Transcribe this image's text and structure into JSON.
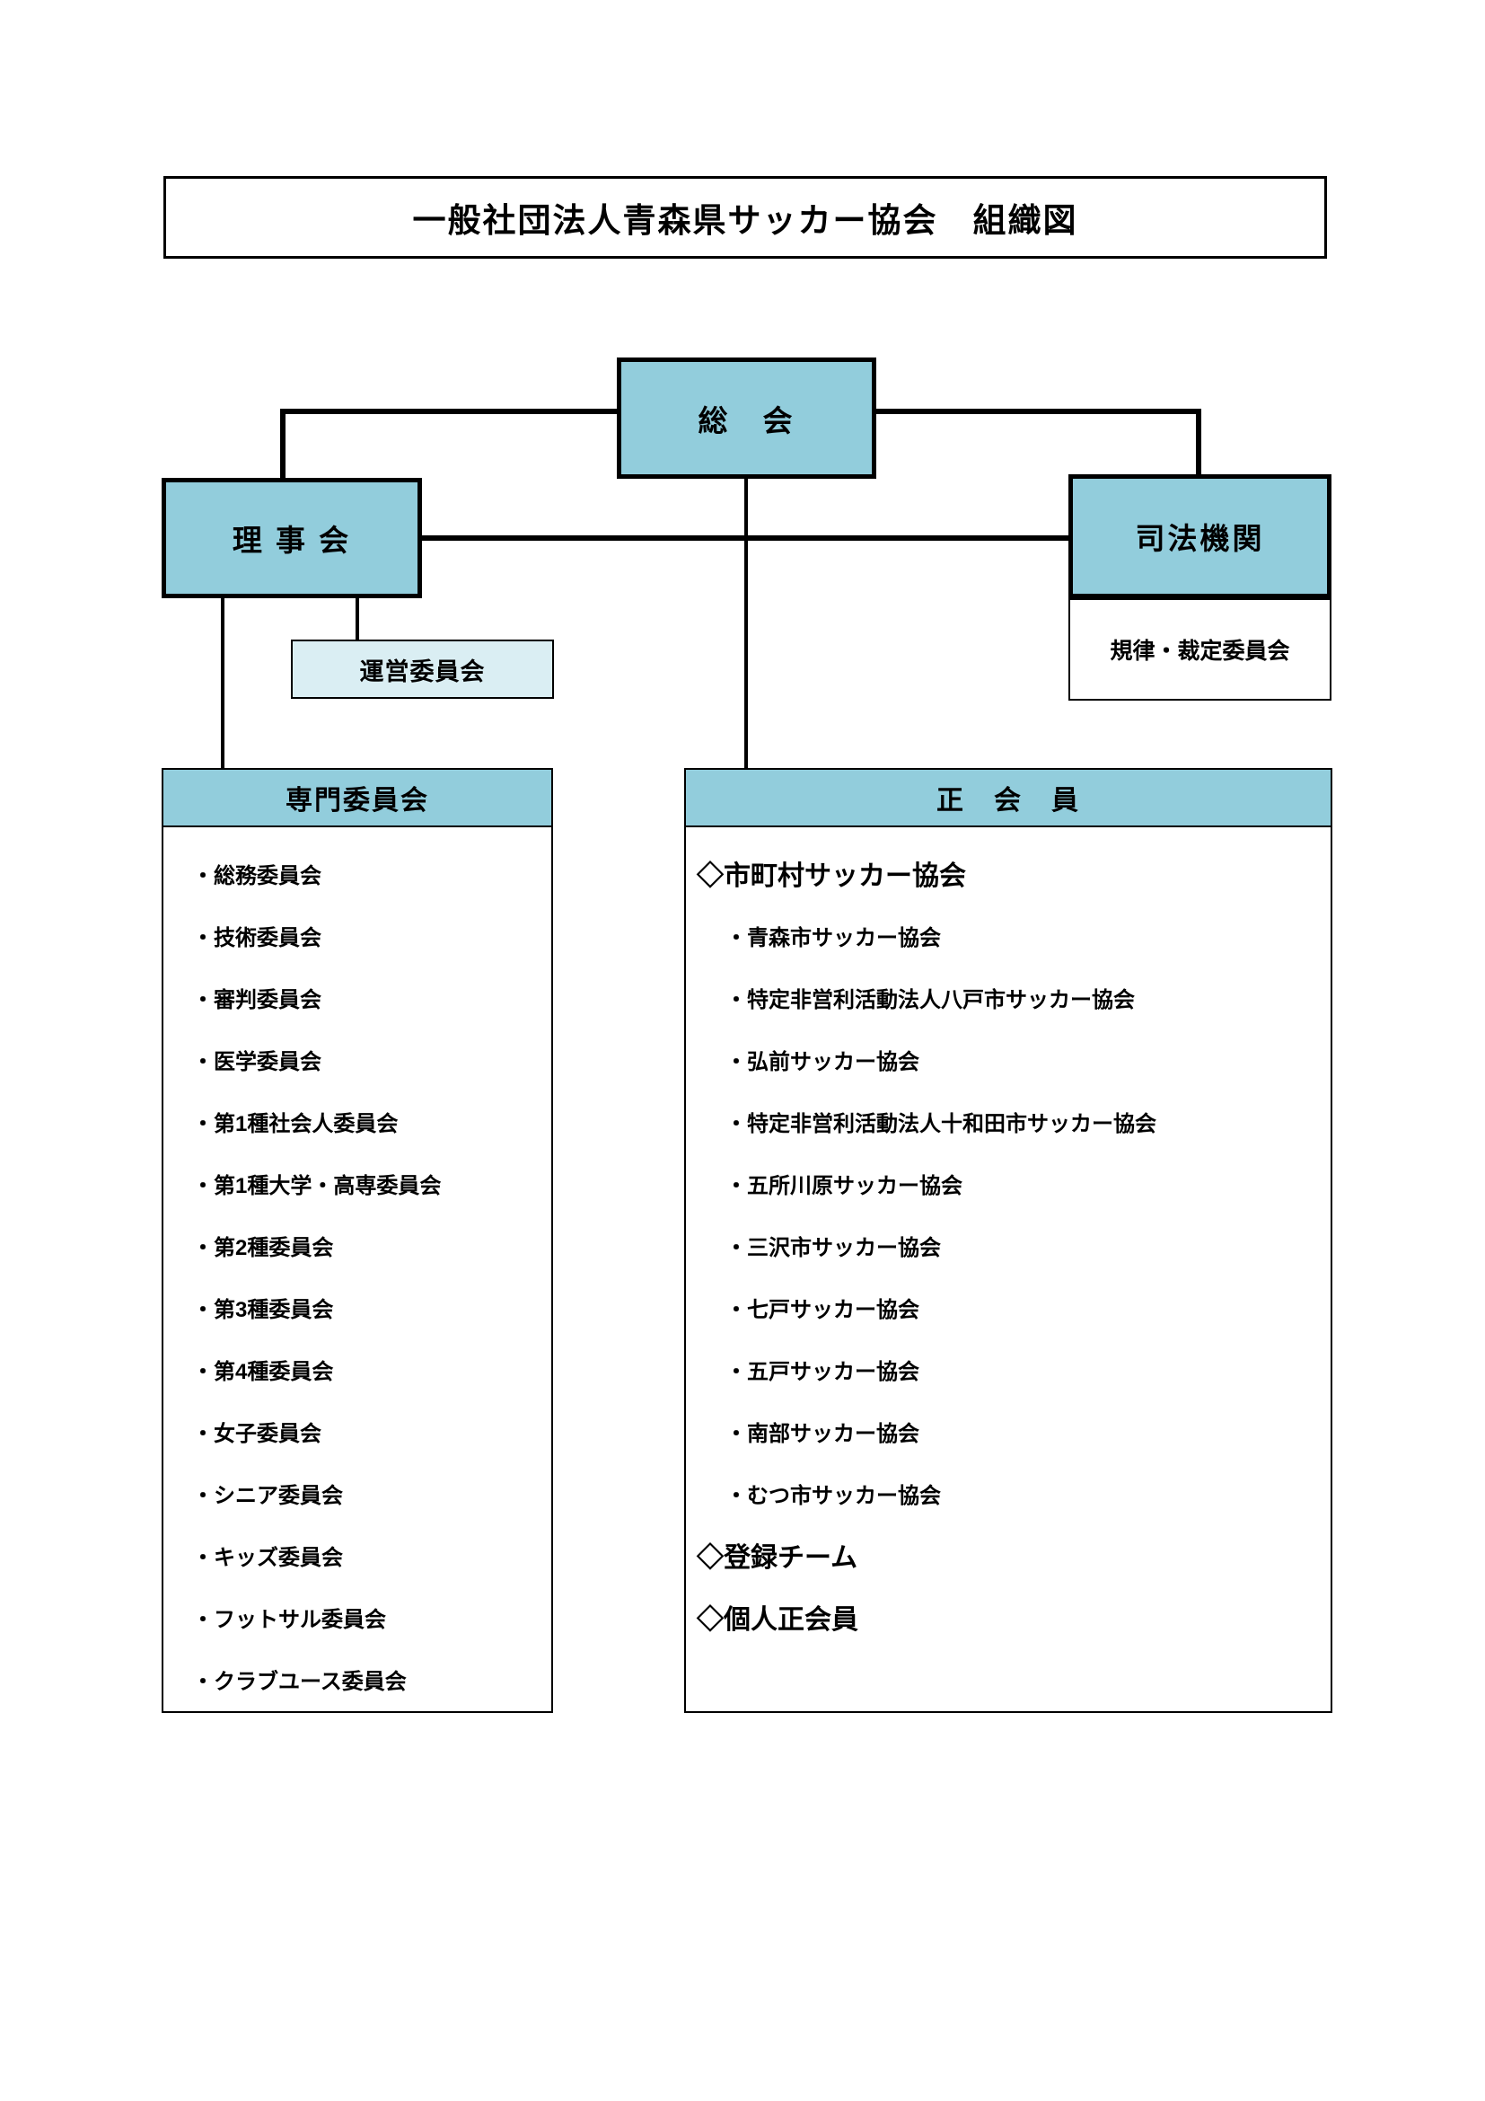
{
  "title": "一般社団法人青森県サッカー協会　組織図",
  "colors": {
    "box_fill": "#92CDDC",
    "light_fill": "#DAEEF3",
    "line": "#000000"
  },
  "nodes": {
    "general_assembly": "総　会",
    "board_of_directors": "理 事 会",
    "judicial_body": "司法機関",
    "discipline_arbitration_committee": "規律・裁定委員会",
    "steering_committee": "運営委員会"
  },
  "specialized_committees": {
    "header": "専門委員会",
    "items": [
      "・総務委員会",
      "・技術委員会",
      "・審判委員会",
      "・医学委員会",
      "・第1種社会人委員会",
      "・第1種大学・高専委員会",
      "・第2種委員会",
      "・第3種委員会",
      "・第4種委員会",
      "・女子委員会",
      "・シニア委員会",
      "・キッズ委員会",
      "・フットサル委員会",
      "・クラブユース委員会"
    ]
  },
  "regular_members": {
    "header": "正　会　員",
    "items": [
      {
        "label": "◇市町村サッカー協会",
        "level": 0
      },
      {
        "label": "・青森市サッカー協会",
        "level": 1
      },
      {
        "label": "・特定非営利活動法人八戸市サッカー協会",
        "level": 1
      },
      {
        "label": "・弘前サッカー協会",
        "level": 1
      },
      {
        "label": "・特定非営利活動法人十和田市サッカー協会",
        "level": 1
      },
      {
        "label": "・五所川原サッカー協会",
        "level": 1
      },
      {
        "label": "・三沢市サッカー協会",
        "level": 1
      },
      {
        "label": "・七戸サッカー協会",
        "level": 1
      },
      {
        "label": "・五戸サッカー協会",
        "level": 1
      },
      {
        "label": "・南部サッカー協会",
        "level": 1
      },
      {
        "label": "・むつ市サッカー協会",
        "level": 1
      },
      {
        "label": "◇登録チーム",
        "level": 0
      },
      {
        "label": "◇個人正会員",
        "level": 0
      }
    ]
  }
}
